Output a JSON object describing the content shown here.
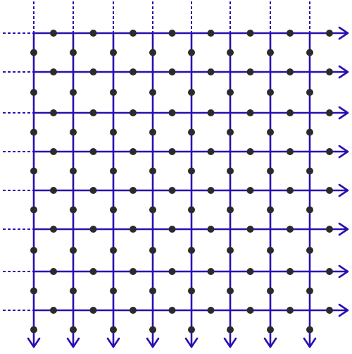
{
  "figure": {
    "type": "arrow-grid",
    "rows": 8,
    "columns": 8,
    "line_color": "#2a0fb0",
    "dot_color": "#2b2b2b",
    "background": "#ffffff",
    "incoming_lines": "dashed",
    "outgoing_arrows": {
      "horizontal": "right",
      "vertical": "down"
    },
    "dots": {
      "on_horizontal_lines_between_columns": true,
      "on_vertical_lines_between_rows": true
    }
  }
}
